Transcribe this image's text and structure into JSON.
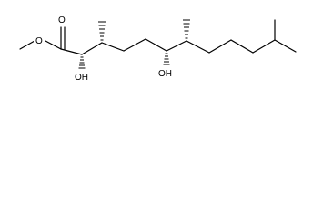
{
  "molecule": {
    "atom_labels": {
      "methyl_ester_o": "O",
      "carbonyl_o": "O",
      "oh_c2": "OH",
      "oh_c6": "OH"
    }
  }
}
